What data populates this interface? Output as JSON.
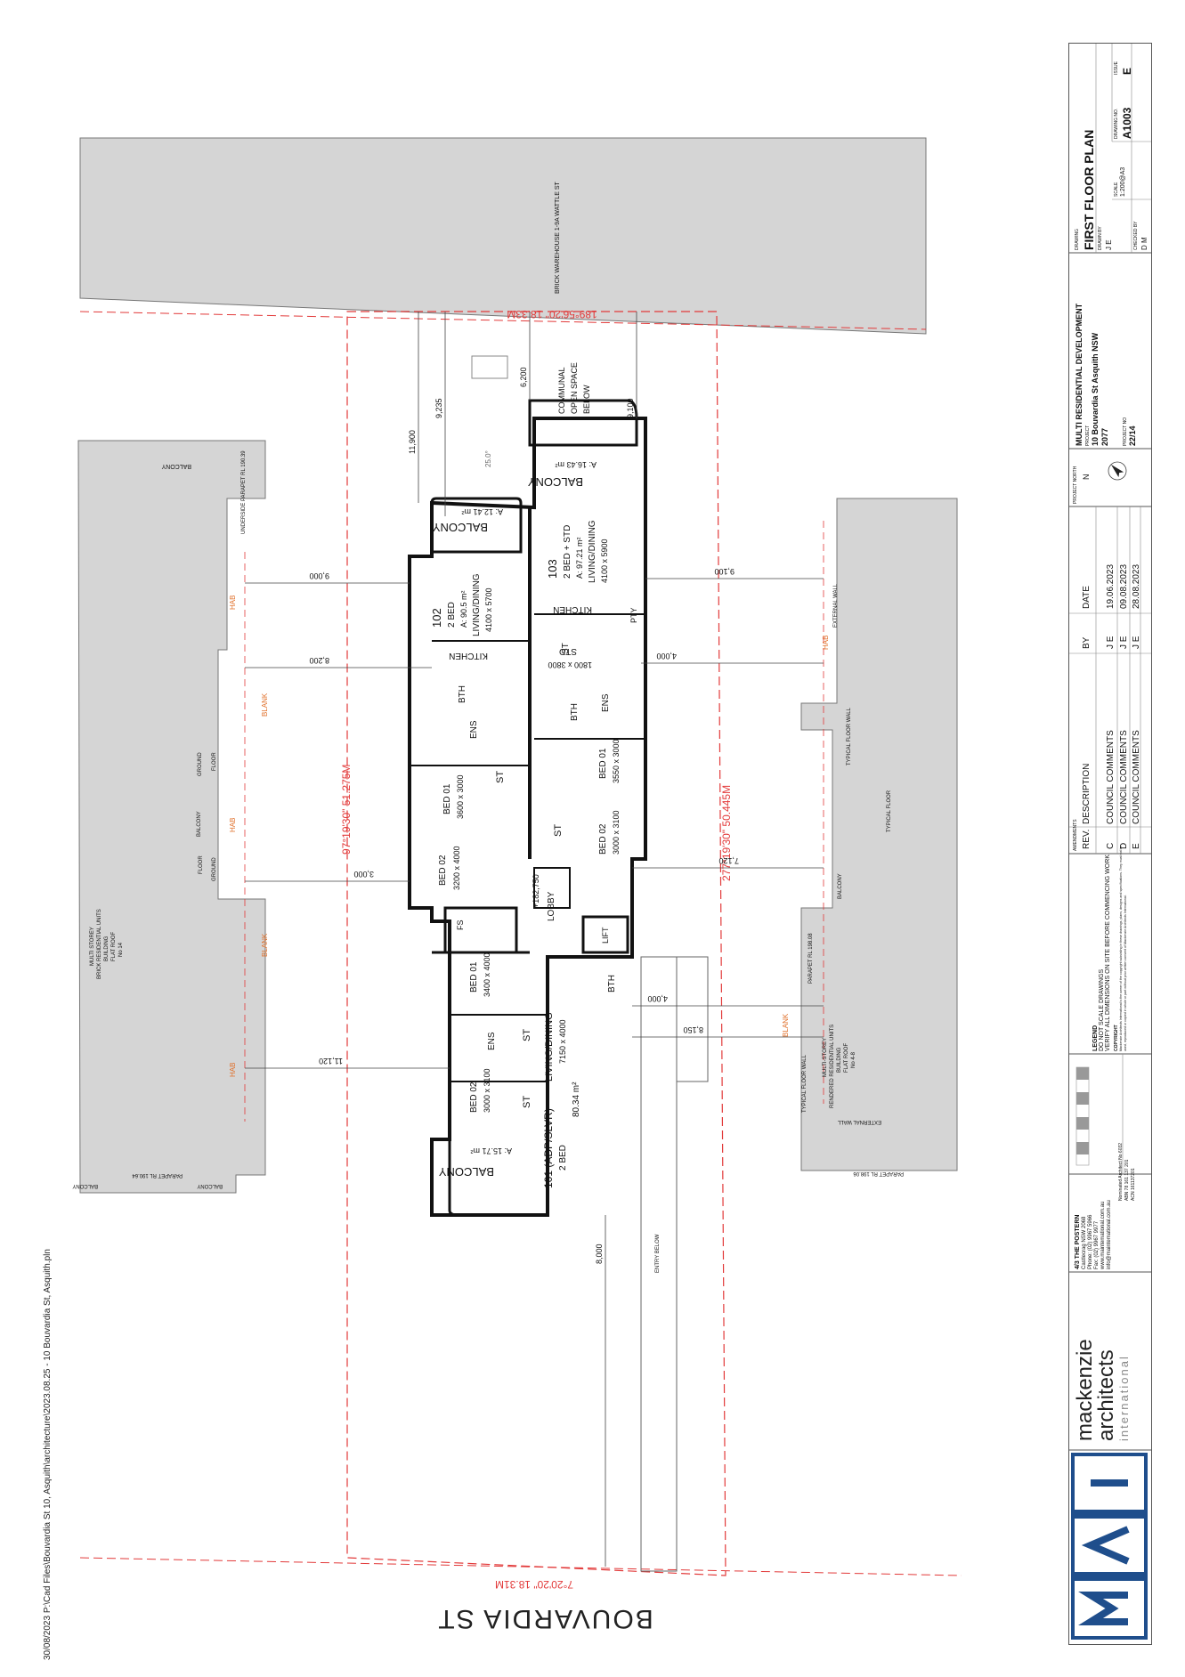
{
  "sheet": {
    "file_path": "30/08/2023 P:\\Cad Files\\Bouvardia St 10, Asquith\\architecture\\2023.08.25 - 10 Bouvardia St, Asquith.pln",
    "street_name": "BOUVARDIA ST"
  },
  "boundaries": {
    "north": "189°56'20\" 18.33M",
    "south": "7°20'20\" 18.31M",
    "west": "97°19'30\" 51.275M",
    "east": "277°19'30\" 50.445M"
  },
  "neighbours": {
    "north": "BRICK WAREHOUSE 1-9A WATTLE ST",
    "west_building": [
      "MULTI STOREY",
      "BRICK RESIDENTIAL UNITS",
      "BUILDING",
      "FLAT ROOF",
      "No 14"
    ],
    "east_building": [
      "MULTI-STOREY",
      "RENDERED RESIDENTIAL UNITS",
      "BUILDING",
      "FLAT ROOF",
      "No 4-8"
    ],
    "balcony": "BALCONY",
    "hab": "HAB",
    "blank": "BLANK",
    "floor": "FLOOR",
    "ground": "GROUND",
    "typical_floor_wall": "TYPICAL FLOOR WALL",
    "typical_floor": "TYPICAL FLOOR",
    "external_wall": "EXTERNAL WALL",
    "parapet_w1": "UNDERSIDE PARAPET RL 190.39",
    "parapet_w2": "PARAPET RL 190.64",
    "parapet_e1": "PARAPET RL 198.08",
    "parapet_e2": "PARAPET RL 198.06",
    "communal": [
      "COMMUNAL",
      "OPEN SPACE",
      "BELOW"
    ],
    "entry_below": "ENTRY BELOW"
  },
  "dimensions": {
    "d11900": "11,900",
    "d9235": "9,235",
    "d6200": "6,200",
    "d9100": "9,100",
    "d9000": "9,000",
    "d8200": "8,200",
    "d3000": "3,000",
    "d11120": "11,120",
    "d9100e": "9,100",
    "d4000a": "4,000",
    "d7120": "7,120",
    "d4000b": "4,000",
    "d8150": "8,150",
    "d8000": "8,000",
    "rl": "+182,750",
    "angle": "25.0°"
  },
  "units": {
    "u101": {
      "name": "101 (ADP/SLVR)",
      "type": "2 BED",
      "area": "80.34 m²",
      "living": "LIVING/DINING",
      "living_dim": "7150 x 4000",
      "bed01": "BED 01",
      "bed01_dim": "3400 x 4000",
      "bed02": "BED 02",
      "bed02_dim": "3000 x 3100",
      "ens": "ENS",
      "bth": "BTH",
      "st1": "ST",
      "st2": "ST",
      "balcony": "BALCONY",
      "balcony_area": "A: 15.71 m²"
    },
    "u102": {
      "name": "102",
      "type": "2 BED",
      "area": "A: 90.5 m²",
      "living": "LIVING/DINING",
      "living_dim": "4100 x 5700",
      "kitchen": "KITCHEN",
      "bth": "BTH",
      "ens": "ENS",
      "st": "ST",
      "bed01": "BED 01",
      "bed01_dim": "3600 x 3000",
      "bed02": "BED 02",
      "bed02_dim": "3200 x 4000",
      "balcony": "BALCONY",
      "balcony_area": "A: 12.41 m²"
    },
    "u103": {
      "name": "103",
      "type": "2 BED + STD",
      "area": "A: 97.21 m²",
      "living": "LIVING/DINING",
      "living_dim": "4100 x 5900",
      "kitchen": "KITCHEN",
      "pty": "PTY",
      "std": "STD",
      "std_dim": "1800 x 3800",
      "st1": "ST",
      "bth": "BTH",
      "ens": "ENS",
      "bed01": "BED 01",
      "bed01_dim": "3550 x 3000",
      "bed02": "BED 02",
      "bed02_dim": "3000 x 3100",
      "st2": "ST",
      "balcony": "BALCONY",
      "balcony_area": "A: 16.43 m²"
    },
    "core": {
      "lobby": "LOBBY",
      "lift": "LIFT",
      "fs": "FS"
    }
  },
  "title_block": {
    "drawing_label": "DRAWING",
    "drawing_title": "FIRST FLOOR PLAN",
    "drawn_by_label": "DRAWN BY",
    "drawn_by": "J E",
    "checked_by_label": "CHECKED BY",
    "checked_by": "D M",
    "scale_label": "SCALE",
    "scale": "1:200@A3",
    "drawing_no_label": "DRAWING NO.",
    "drawing_no": "A1003",
    "issue_label": "ISSUE",
    "issue": "E",
    "project_type": "MULTI RESIDENTIAL DEVELOPMENT",
    "project_label": "PROJECT",
    "project_address1": "10 Bouvardia St Asquith NSW",
    "project_address2": "2077",
    "project_no_label": "PROJECT NO",
    "project_no": "22/14",
    "north_label": "PROJECT NORTH",
    "north_letter": "N",
    "amendments_label": "AMENDMENTS",
    "headers": {
      "rev": "REV.",
      "description": "DESCRIPTION",
      "by": "BY",
      "date": "DATE"
    },
    "amendments": [
      {
        "rev": "C",
        "description": "COUNCIL COMMENTS",
        "by": "J E",
        "date": "19.06.2023"
      },
      {
        "rev": "D",
        "description": "COUNCIL COMMENTS",
        "by": "J E",
        "date": "09.08.2023"
      },
      {
        "rev": "E",
        "description": "COUNCIL COMMENTS",
        "by": "J E",
        "date": "28.08.2023"
      }
    ],
    "legend_label": "LEGEND",
    "notes": [
      "DO NOT SCALE DRAWINGS",
      "VERIFY ALL DIMENSIONS ON SITE BEFORE COMMENCING WORK"
    ],
    "copyright_label": "COPYRIGHT",
    "copyright": "Mackenzie Architects International is the owner of the copyright subsisting in these drawings, plans, designs and specifications. They must not be used, reproduced or copied in whole or part without prior written consent of Mackenzie Architects International.",
    "office_name": "4/3 THE POSTERN",
    "office_lines": [
      "Castlecrag NSW 2068",
      "Phone: (02) 9967 5966",
      "Fax: (02) 9967 9977",
      "www.maintemational.com.au",
      "info@maintemational.com.au"
    ],
    "nominated_lines": [
      "Nominated Architect No 6032",
      "ABN 78 161 137 201",
      "ACN 161137201"
    ],
    "firm_line1": "mackenzie",
    "firm_line2": "architects",
    "firm_line3": "international",
    "logo_letters": "MAI"
  },
  "colors": {
    "boundary": "#e23a3a",
    "hatch": "#d5d5d5",
    "brand": "#1f4e8c",
    "annotation": "#e0702b"
  }
}
